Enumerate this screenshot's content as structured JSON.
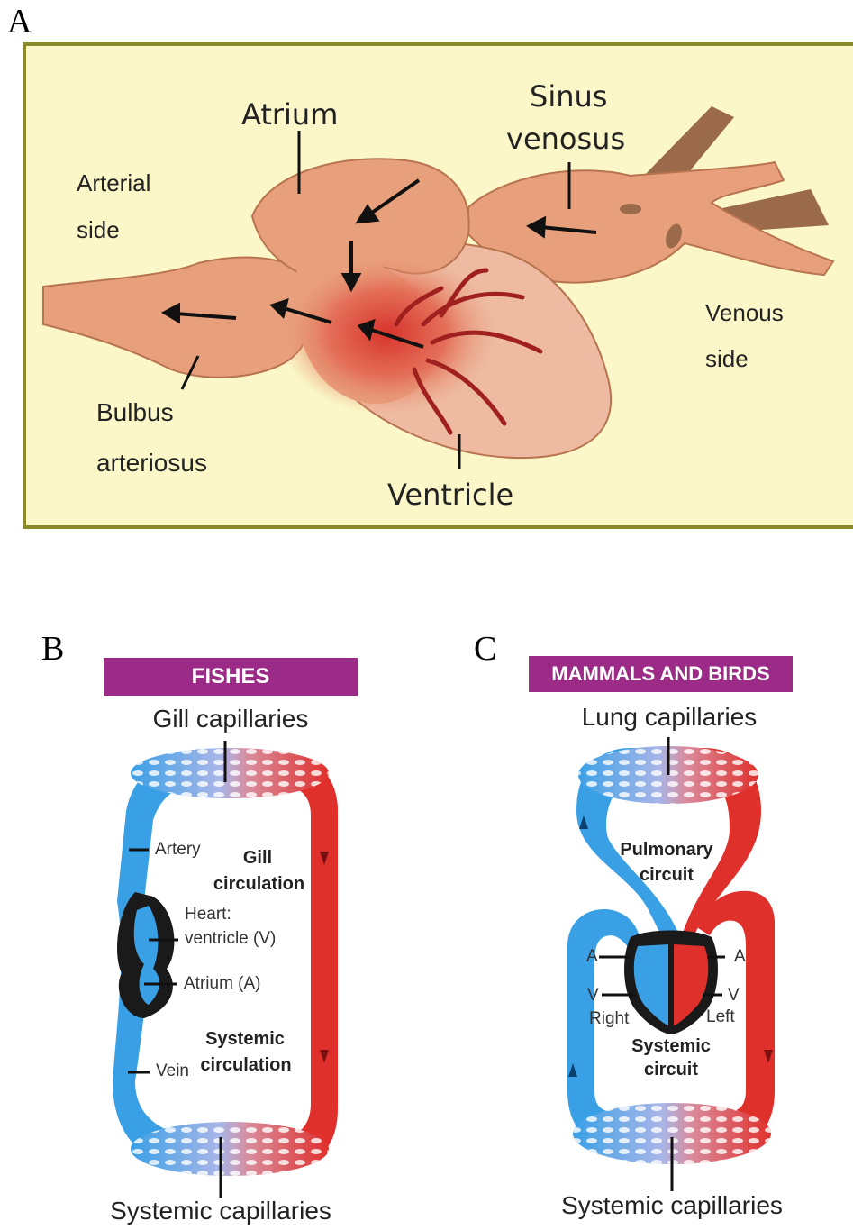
{
  "panels": {
    "a": {
      "letter": "A"
    },
    "b": {
      "letter": "B"
    },
    "c": {
      "letter": "C"
    }
  },
  "panel_a": {
    "labels": {
      "atrium": "Atrium",
      "sinus_1": "Sinus",
      "sinus_2": "venosus",
      "arterial_1": "Arterial",
      "arterial_2": "side",
      "venous_1": "Venous",
      "venous_2": "side",
      "bulbus_1": "Bulbus",
      "bulbus_2": "arteriosus",
      "ventricle": "Ventricle"
    },
    "colors": {
      "background": "#fbf7c8",
      "border": "#8a8a2a",
      "tissue": "#e8a07c",
      "blood": "#d8342c"
    }
  },
  "panel_b": {
    "title": "FISHES",
    "gill_capillaries": "Gill capillaries",
    "systemic_capillaries": "Systemic capillaries",
    "artery": "Artery",
    "gill_circ_1": "Gill",
    "gill_circ_2": "circulation",
    "heart_1": "Heart:",
    "heart_2": "ventricle (V)",
    "atrium": "Atrium (A)",
    "sys_circ_1": "Systemic",
    "sys_circ_2": "circulation",
    "vein": "Vein"
  },
  "panel_c": {
    "title": "MAMMALS AND BIRDS",
    "lung_capillaries": "Lung capillaries",
    "systemic_capillaries": "Systemic capillaries",
    "pulm_1": "Pulmonary",
    "pulm_2": "circuit",
    "sys_1": "Systemic",
    "sys_2": "circuit",
    "a_left": "A",
    "a_right": "A",
    "v_left": "V",
    "v_right": "V",
    "right": "Right",
    "left": "Left"
  },
  "colors": {
    "title_bar": "#9b2b86",
    "oxygen_poor": "#3aa0e6",
    "oxygen_rich": "#e0302c",
    "heart_dark": "#1a1a1a"
  }
}
